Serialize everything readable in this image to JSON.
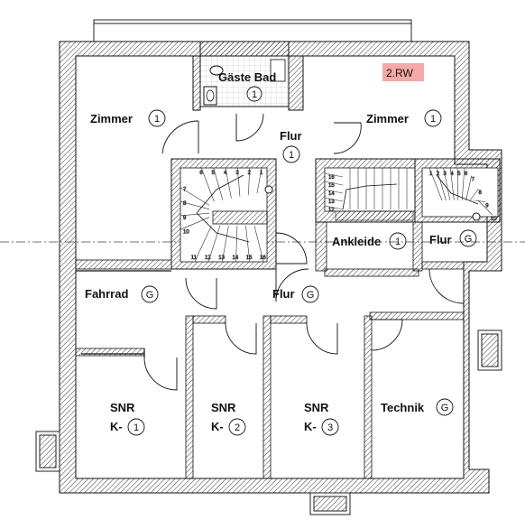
{
  "tag": {
    "label": "2.RW",
    "color": "#f4a8a8"
  },
  "rooms": {
    "gaeste_bad": {
      "name": "Gäste Bad",
      "num": "1"
    },
    "zimmer_left": {
      "name": "Zimmer",
      "num": "1"
    },
    "zimmer_right": {
      "name": "Zimmer",
      "num": "1"
    },
    "flur_top": {
      "name": "Flur",
      "num": "1"
    },
    "ankleide": {
      "name": "Ankleide",
      "num": "1"
    },
    "flur_right": {
      "name": "Flur",
      "num": "G"
    },
    "fahrrad": {
      "name": "Fahrrad",
      "num": "G"
    },
    "flur_main": {
      "name": "Flur",
      "num": "G"
    },
    "snr1": {
      "name": "SNR",
      "prefix": "K-",
      "num": "1"
    },
    "snr2": {
      "name": "SNR",
      "prefix": "K-",
      "num": "2"
    },
    "snr3": {
      "name": "SNR",
      "prefix": "K-",
      "num": "3"
    },
    "technik": {
      "name": "Technik",
      "num": "G"
    }
  },
  "stairs_left": [
    "1",
    "2",
    "3",
    "4",
    "5",
    "6",
    "7",
    "8",
    "9",
    "10",
    "11",
    "12",
    "13",
    "14",
    "15",
    "16"
  ],
  "stairs_right": [
    "16",
    "15",
    "14",
    "13",
    "12"
  ],
  "stairs_far": [
    "1",
    "2",
    "3",
    "4",
    "5",
    "6",
    "7",
    "8",
    "9",
    "10"
  ]
}
